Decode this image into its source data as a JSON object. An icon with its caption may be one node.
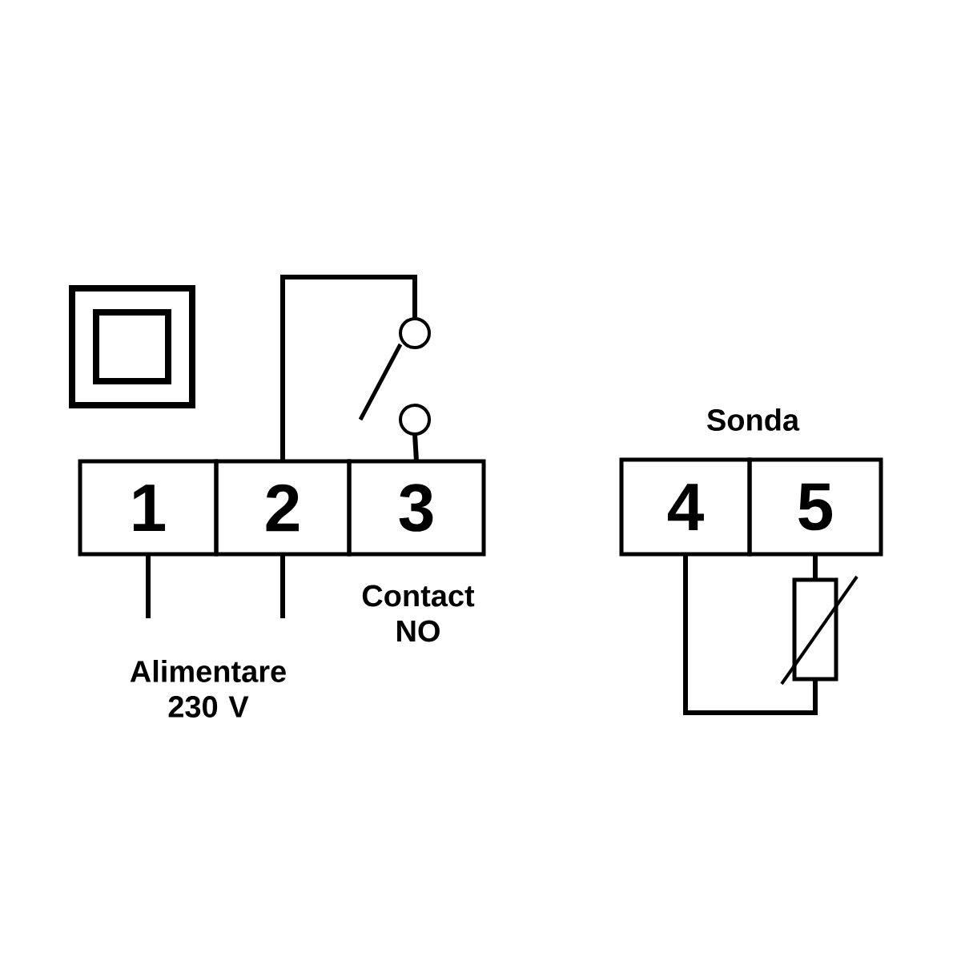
{
  "diagram": {
    "nodes": [
      {
        "text": [
          "1"
        ]
      },
      {
        "text": [
          "2"
        ]
      },
      {
        "text": [
          "3"
        ]
      },
      {
        "text": [
          "4"
        ]
      },
      {
        "text": [
          "5"
        ]
      },
      {
        "text": [],
        "shape": "box"
      },
      {
        "text": [],
        "shape": "picture"
      }
    ],
    "edges": [
      {
        "from": 1,
        "to": 6,
        "arrow": "none"
      },
      {
        "from": 6,
        "to": 2,
        "arrow": "none"
      },
      {
        "from": 0,
        "to": null,
        "arrow": "none"
      },
      {
        "from": 1,
        "to": null,
        "arrow": "none"
      },
      {
        "from": 3,
        "to": 5,
        "arrow": "none"
      },
      {
        "from": 4,
        "to": 5,
        "arrow": "none"
      }
    ],
    "labels": [
      "Sonda",
      "Contact NO",
      "Alimentare 230 V"
    ]
  }
}
